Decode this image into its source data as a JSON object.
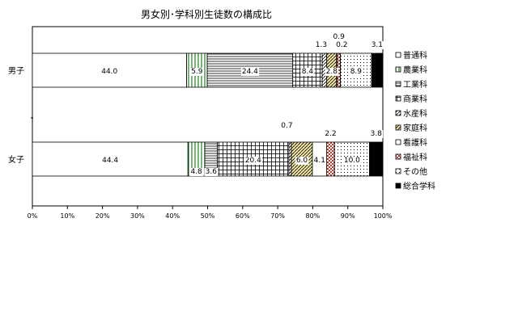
{
  "chart_data": {
    "type": "bar",
    "orientation": "horizontal",
    "stacked": true,
    "percent": true,
    "title": "男女別･学科別生徒数の構成比",
    "categories": [
      "男子",
      "女子"
    ],
    "series": [
      {
        "name": "普通科",
        "values": [
          44.0,
          44.4
        ],
        "labels": [
          "44.0",
          "44.4"
        ],
        "pattern": "white"
      },
      {
        "name": "農業科",
        "values": [
          5.9,
          4.8
        ],
        "labels": [
          "5.9",
          "4.8"
        ],
        "pattern": "vlines-green"
      },
      {
        "name": "工業科",
        "values": [
          24.4,
          3.6
        ],
        "labels": [
          "24.4",
          "3.6"
        ],
        "pattern": "hlines"
      },
      {
        "name": "商業科",
        "values": [
          8.4,
          20.4
        ],
        "labels": [
          "8.4",
          "20.4"
        ],
        "pattern": "grid"
      },
      {
        "name": "水産科",
        "values": [
          1.3,
          0.7
        ],
        "labels": [
          "1.3",
          "0.7"
        ],
        "pattern": "diag"
      },
      {
        "name": "家庭科",
        "values": [
          2.8,
          6.0
        ],
        "labels": [
          "2.8",
          "6.0"
        ],
        "pattern": "diag-yellow"
      },
      {
        "name": "看護科",
        "values": [
          0.2,
          4.1
        ],
        "labels": [
          "0.2",
          "4.1"
        ],
        "pattern": "white"
      },
      {
        "name": "福祉科",
        "values": [
          0.9,
          2.2
        ],
        "labels": [
          "0.9",
          "2.2"
        ],
        "pattern": "checker-red"
      },
      {
        "name": "その他",
        "values": [
          8.9,
          10.0
        ],
        "labels": [
          "8.9",
          "10.0"
        ],
        "pattern": "dots"
      },
      {
        "name": "総合学科",
        "values": [
          3.1,
          3.8
        ],
        "labels": [
          "3.1",
          "3.8"
        ],
        "pattern": "black"
      }
    ],
    "xlim": [
      0,
      100
    ],
    "xticks": [
      "0%",
      "10%",
      "20%",
      "30%",
      "40%",
      "50%",
      "60%",
      "70%",
      "80%",
      "90%",
      "100%"
    ],
    "legend_position": "right",
    "grid": false
  },
  "colors": {
    "border": "#000000",
    "background": "#ffffff",
    "agri_green": "#2e8b2e",
    "home_yellow": "#d9c24a",
    "welfare_red": "#c0392b"
  }
}
